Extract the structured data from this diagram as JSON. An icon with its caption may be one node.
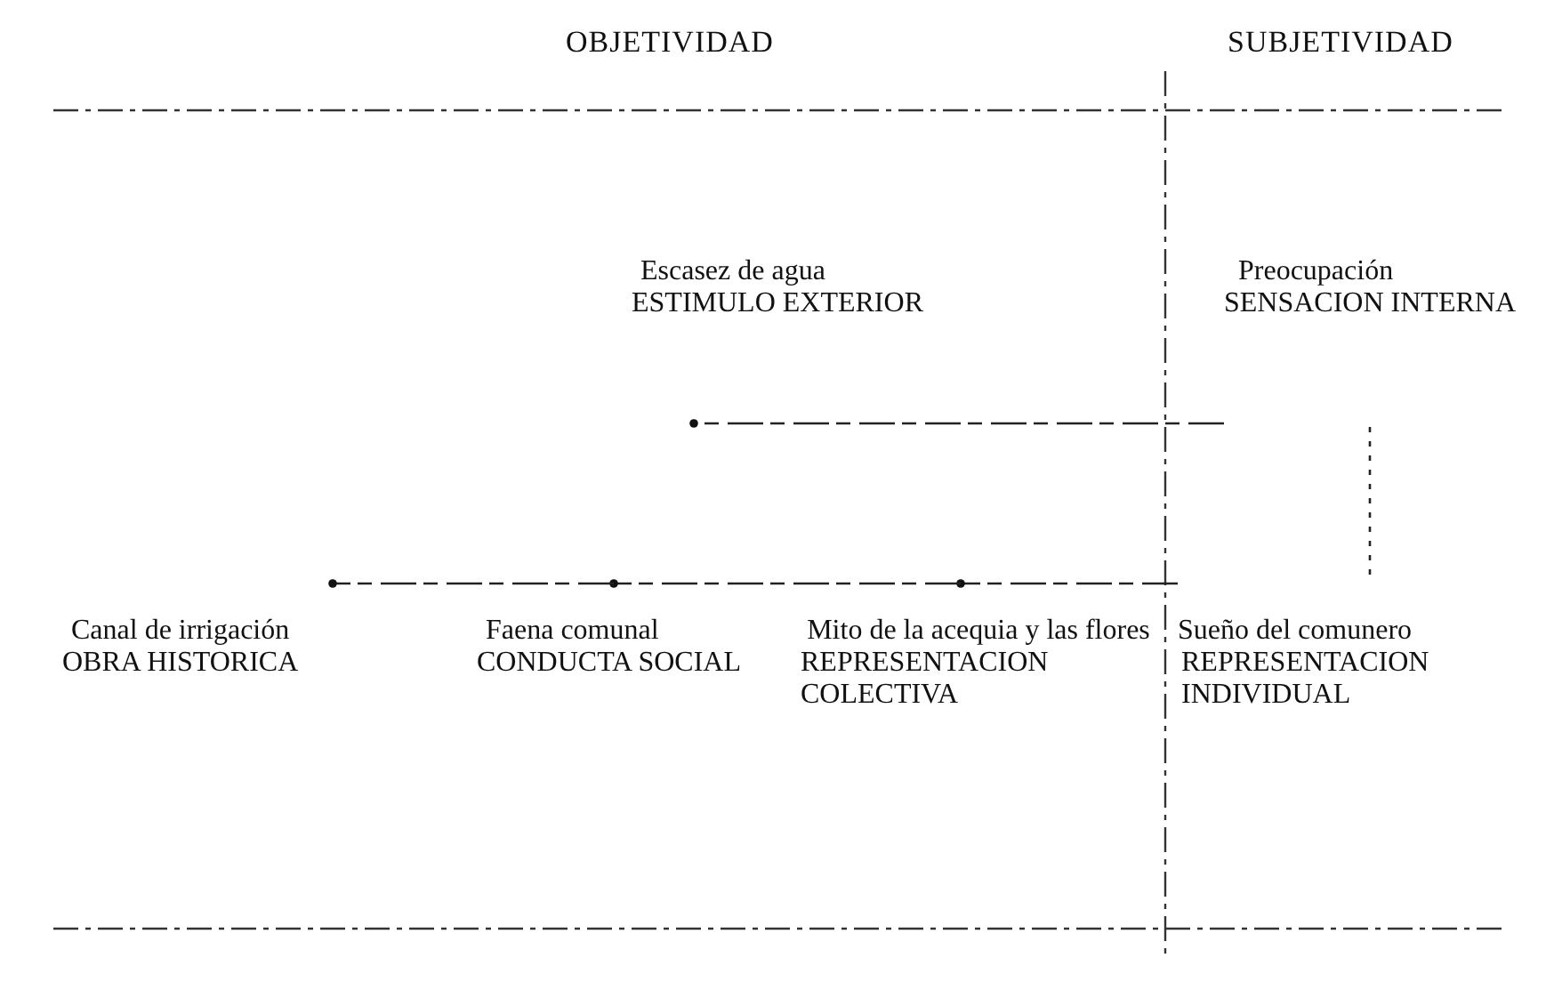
{
  "diagram": {
    "nodes": [
      {
        "text": [
          "Escasez de agua",
          "ESTIMULO EXTERIOR"
        ]
      },
      {
        "text": [
          "Preocupación",
          "SENSACION INTERNA"
        ]
      },
      {
        "text": [
          "Canal de irrigación",
          "OBRA HISTORICA"
        ]
      },
      {
        "text": [
          "Faena comunal",
          "CONDUCTA SOCIAL"
        ]
      },
      {
        "text": [
          "Mito de la acequia y las flores",
          "REPRESENTACION COLECTIVA"
        ]
      },
      {
        "text": [
          "Sueño del comunero",
          "REPRESENTACION INDIVIDUAL"
        ]
      }
    ],
    "edges": [
      {
        "from": 1,
        "to": 0,
        "arrow": "other"
      },
      {
        "from": 1,
        "to": 5,
        "arrow": "none",
        "style": "dashed"
      },
      {
        "from": 5,
        "to": 4,
        "arrow": "other"
      },
      {
        "from": 4,
        "to": 3,
        "arrow": "other"
      },
      {
        "from": 3,
        "to": 2,
        "arrow": "other"
      }
    ],
    "labels": [
      "OBJETIVIDAD",
      "SUBJETIVIDAD"
    ]
  }
}
